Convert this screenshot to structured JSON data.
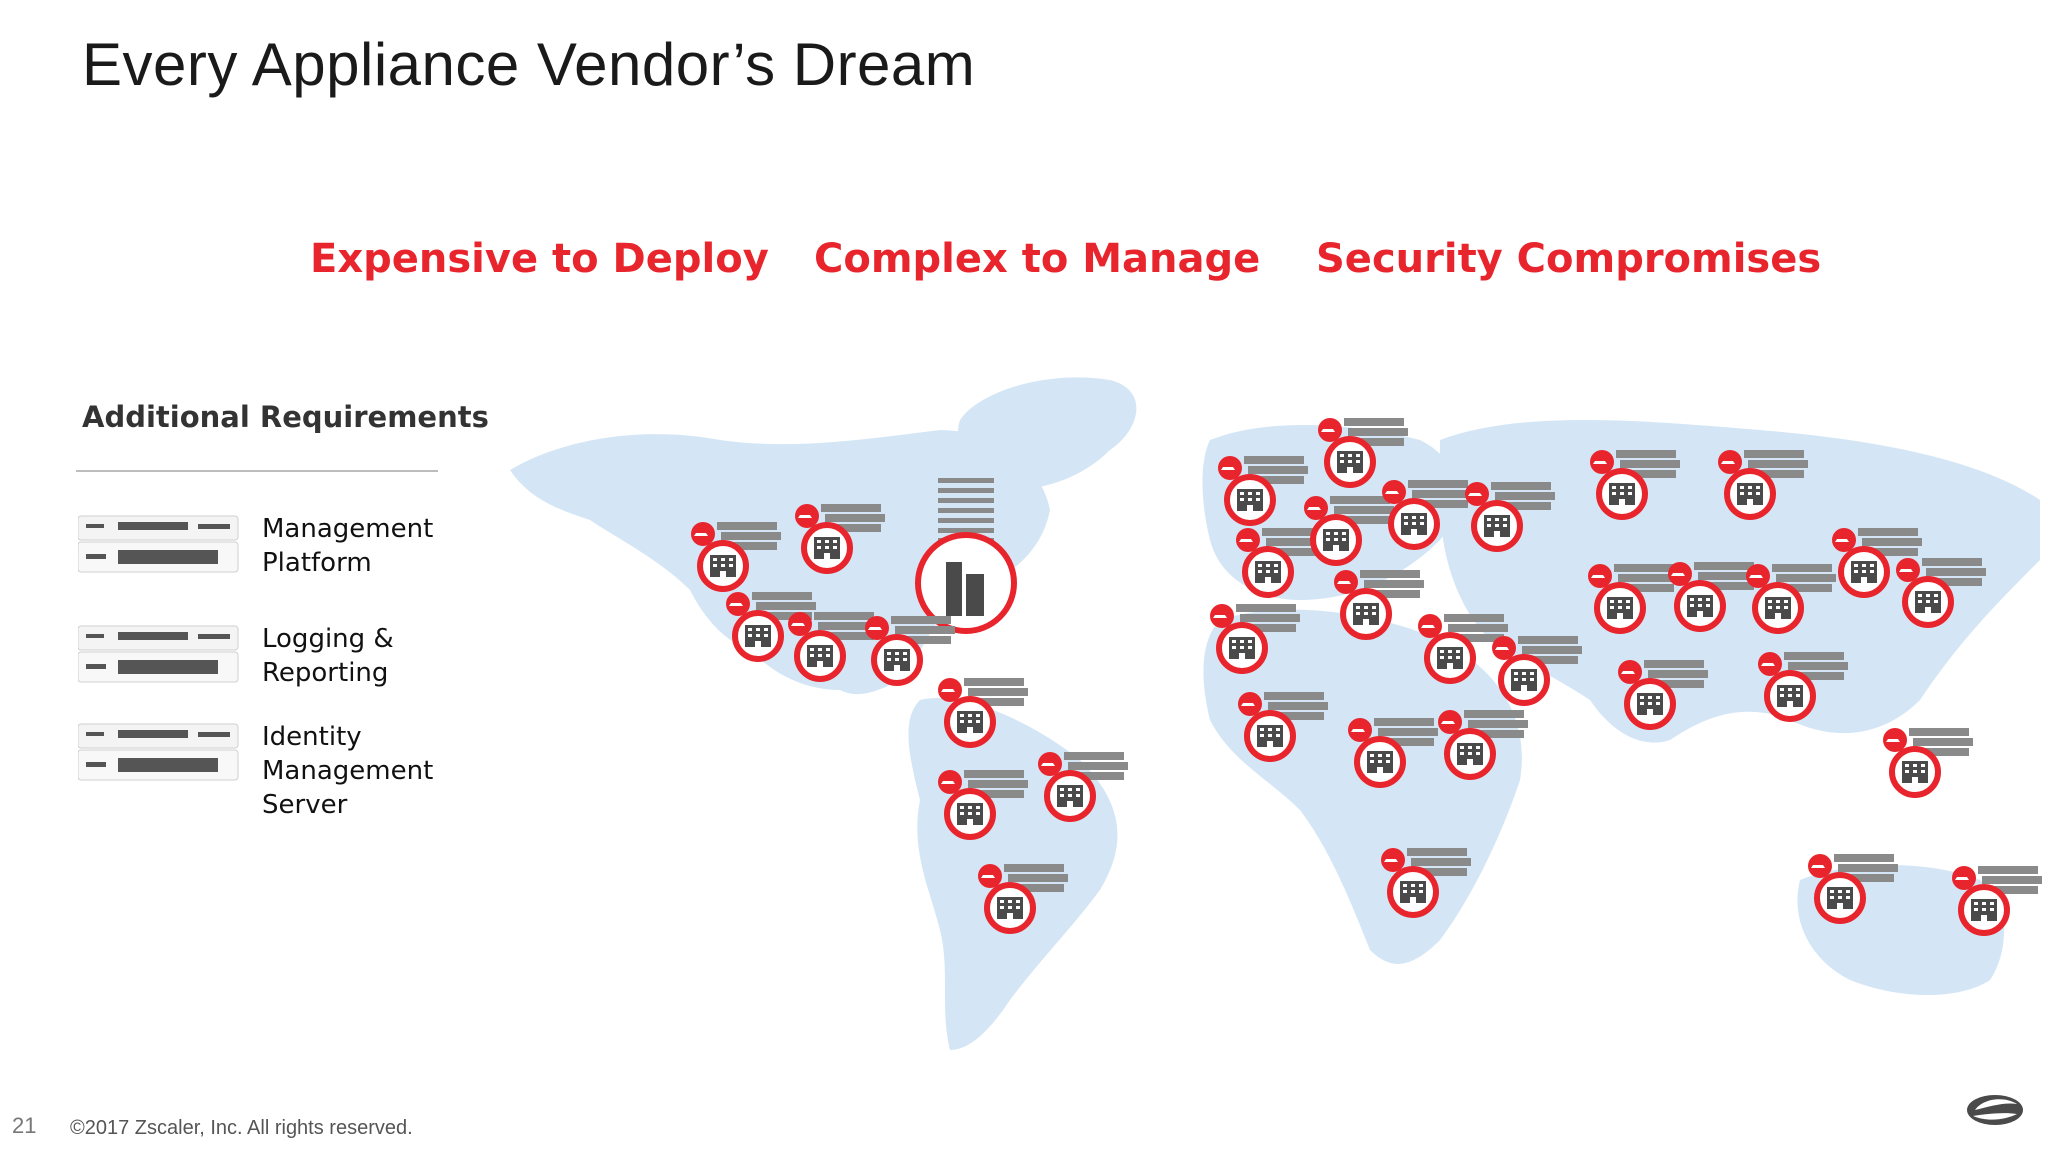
{
  "slide": {
    "title": "Every Appliance Vendor’s Dream",
    "pillars": [
      "Expensive to Deploy",
      "Complex to Manage",
      "Security Compromises"
    ],
    "requirements": {
      "heading": "Additional Requirements",
      "items": [
        {
          "line1": "Management",
          "line2": "Platform"
        },
        {
          "line1": "Logging &",
          "line2": "Reporting"
        },
        {
          "line1": "Identity Management",
          "line2": "Server"
        }
      ]
    },
    "footer": {
      "page_number": "21",
      "copyright": "©2017 Zscaler, Inc. All rights reserved."
    }
  },
  "colors": {
    "accent": "#e8252c",
    "map": "#d4e6f5",
    "building": "#4a4a4a"
  },
  "icons": {
    "site": "branch-office-appliance-icon",
    "hq": "headquarters-datacenter-icon",
    "appliance": "appliance-stack-icon",
    "logo": "zscaler-logo-icon"
  }
}
